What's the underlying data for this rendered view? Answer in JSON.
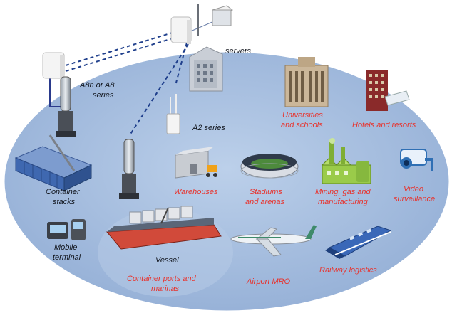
{
  "labels": {
    "servers": "servers",
    "a8n": "A8n or A8",
    "series": "series",
    "a2": "A2 series",
    "universities_1": "Universities",
    "universities_2": "and schools",
    "hotels": "Hotels and resorts",
    "container_1": "Container",
    "container_2": "stacks",
    "warehouses": "Warehouses",
    "stadiums_1": "Stadiums",
    "stadiums_2": "and arenas",
    "mining_1": "Mining, gas and",
    "mining_2": "manufacturing",
    "video_1": "Video",
    "video_2": "surveillance",
    "mobile_1": "Mobile",
    "mobile_2": "terminal",
    "vessel": "Vessel",
    "ports_1": "Container ports and",
    "ports_2": "marinas",
    "airport": "Airport MRO",
    "railway": "Railway logistics"
  },
  "colors": {
    "ellipse": "#a9bfdd",
    "ellipse_edge": "#ffffff",
    "accent_label": "#e8322c",
    "dark_label": "#10141c",
    "link": "#1f3f8c"
  },
  "icons": [
    "router-icon",
    "server-icon",
    "office-building-icon",
    "antenna-icon",
    "university-icon",
    "hotel-icon",
    "container-stack-icon",
    "warehouse-icon",
    "stadium-icon",
    "factory-icon",
    "camera-icon",
    "mobile-terminal-icon",
    "ship-icon",
    "airplane-icon",
    "train-icon"
  ]
}
